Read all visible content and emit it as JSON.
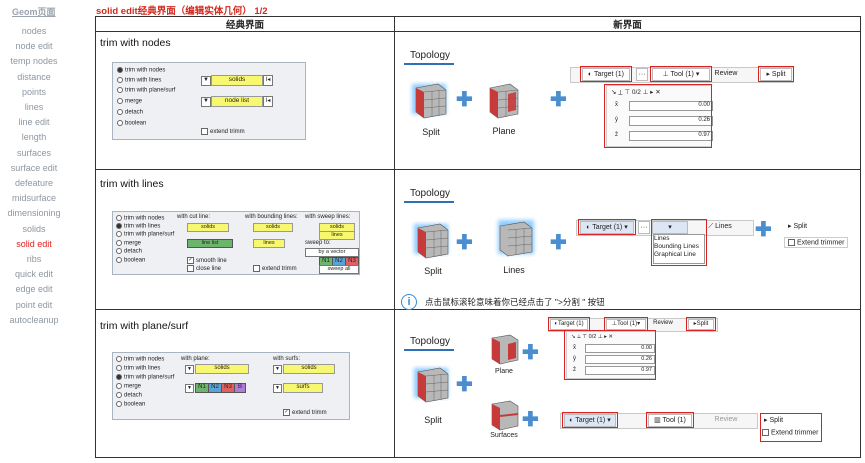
{
  "sidebar": {
    "header": "Geom页面",
    "items": [
      "nodes",
      "node edit",
      "temp nodes",
      "distance",
      "points",
      "lines",
      "line edit",
      "length",
      "surfaces",
      "surface edit",
      "defeature",
      "midsurface",
      "dimensioning",
      "solids",
      "solid edit",
      "ribs",
      "quick edit",
      "edge edit",
      "point edit",
      "autocleanup"
    ],
    "active": "solid edit"
  },
  "page": {
    "title": "solid edit经典界面（编辑实体几何） 1/2"
  },
  "table": {
    "col_classic": "经典界面",
    "col_new": "新界面"
  },
  "rows": {
    "r1": {
      "label": "trim with nodes",
      "classic": {
        "options": [
          "trim with nodes",
          "trim with lines",
          "trim with plane/surf",
          "merge",
          "detach",
          "boolean"
        ],
        "solids": "solids",
        "node_list": "node list",
        "extend": "extend trimm"
      },
      "new": {
        "topology": "Topology",
        "split": "Split",
        "plane": "Plane",
        "target": "Target (1)",
        "dots": "···",
        "tool": "Tool (1)",
        "review": "Review",
        "split_btn": "Split",
        "toolbar_icons": "↘ ⟂ ⊤ 0/2 ⊥ ▸ ✕",
        "x_val": "0.00",
        "y_val": "0.26",
        "z_val": "0.97"
      }
    },
    "r2": {
      "label": "trim with lines",
      "classic": {
        "options": [
          "trim with nodes",
          "trim with lines",
          "trim with plane/surf",
          "merge",
          "detach",
          "boolean"
        ],
        "with_cut_line": "with cut line:",
        "solids": "solids",
        "line_list": "line list",
        "smooth_line": "smooth line",
        "close_line": "close line",
        "with_bounding": "with bounding lines:",
        "solids2": "solids",
        "lines": "lines",
        "extend": "extend trimm",
        "with_sweep": "with sweep lines:",
        "solids3": "solids",
        "lines2": "lines",
        "sweep_to": "sweep to:",
        "by_a_vector": "by a vector",
        "n1": "N1",
        "n2": "N2",
        "n3": "N3",
        "sweep_all": "sweep all"
      },
      "new": {
        "topology": "Topology",
        "split": "Split",
        "lines_cap": "Lines",
        "target": "Target (1)",
        "dots": "···",
        "lines_btn": "Lines",
        "dd": [
          "Lines",
          "Bounding Lines",
          "Graphical Line"
        ],
        "split_btn": "Split",
        "extend_trimmer": "Extend trimmer",
        "hint": "点击鼠标滚轮意味着你已经点击了 \">分割 \" 按钮"
      }
    },
    "r3": {
      "label": "trim with plane/surf",
      "classic": {
        "options": [
          "trim with nodes",
          "trim with lines",
          "trim with plane/surf",
          "merge",
          "detach",
          "boolean"
        ],
        "with_plane": "with plane:",
        "solids": "solids",
        "n1": "N1",
        "n2": "N2",
        "n3": "N3",
        "b": "B",
        "with_surfs": "with surfs:",
        "solids2": "solids",
        "surfs": "surfs",
        "extend": "extend trimm"
      },
      "new": {
        "topology": "Topology",
        "split": "Split",
        "plane_cap": "Plane",
        "surfaces_cap": "Surfaces",
        "target": "Target (1)",
        "tool": "Tool (1)",
        "review": "Review",
        "split_btn": "Split",
        "x_val": "0.00",
        "y_val": "0.26",
        "z_val": "0.97",
        "target2": "Target (1)",
        "tool2": "Tool (1)",
        "review2": "Review",
        "split_btn2": "Split",
        "extend_trimmer": "Extend trimmer"
      }
    }
  },
  "colors": {
    "accent_red": "#d92323",
    "link_blue": "#2f6fb6",
    "yellow": "#f8f870",
    "green": "#6db56d"
  }
}
